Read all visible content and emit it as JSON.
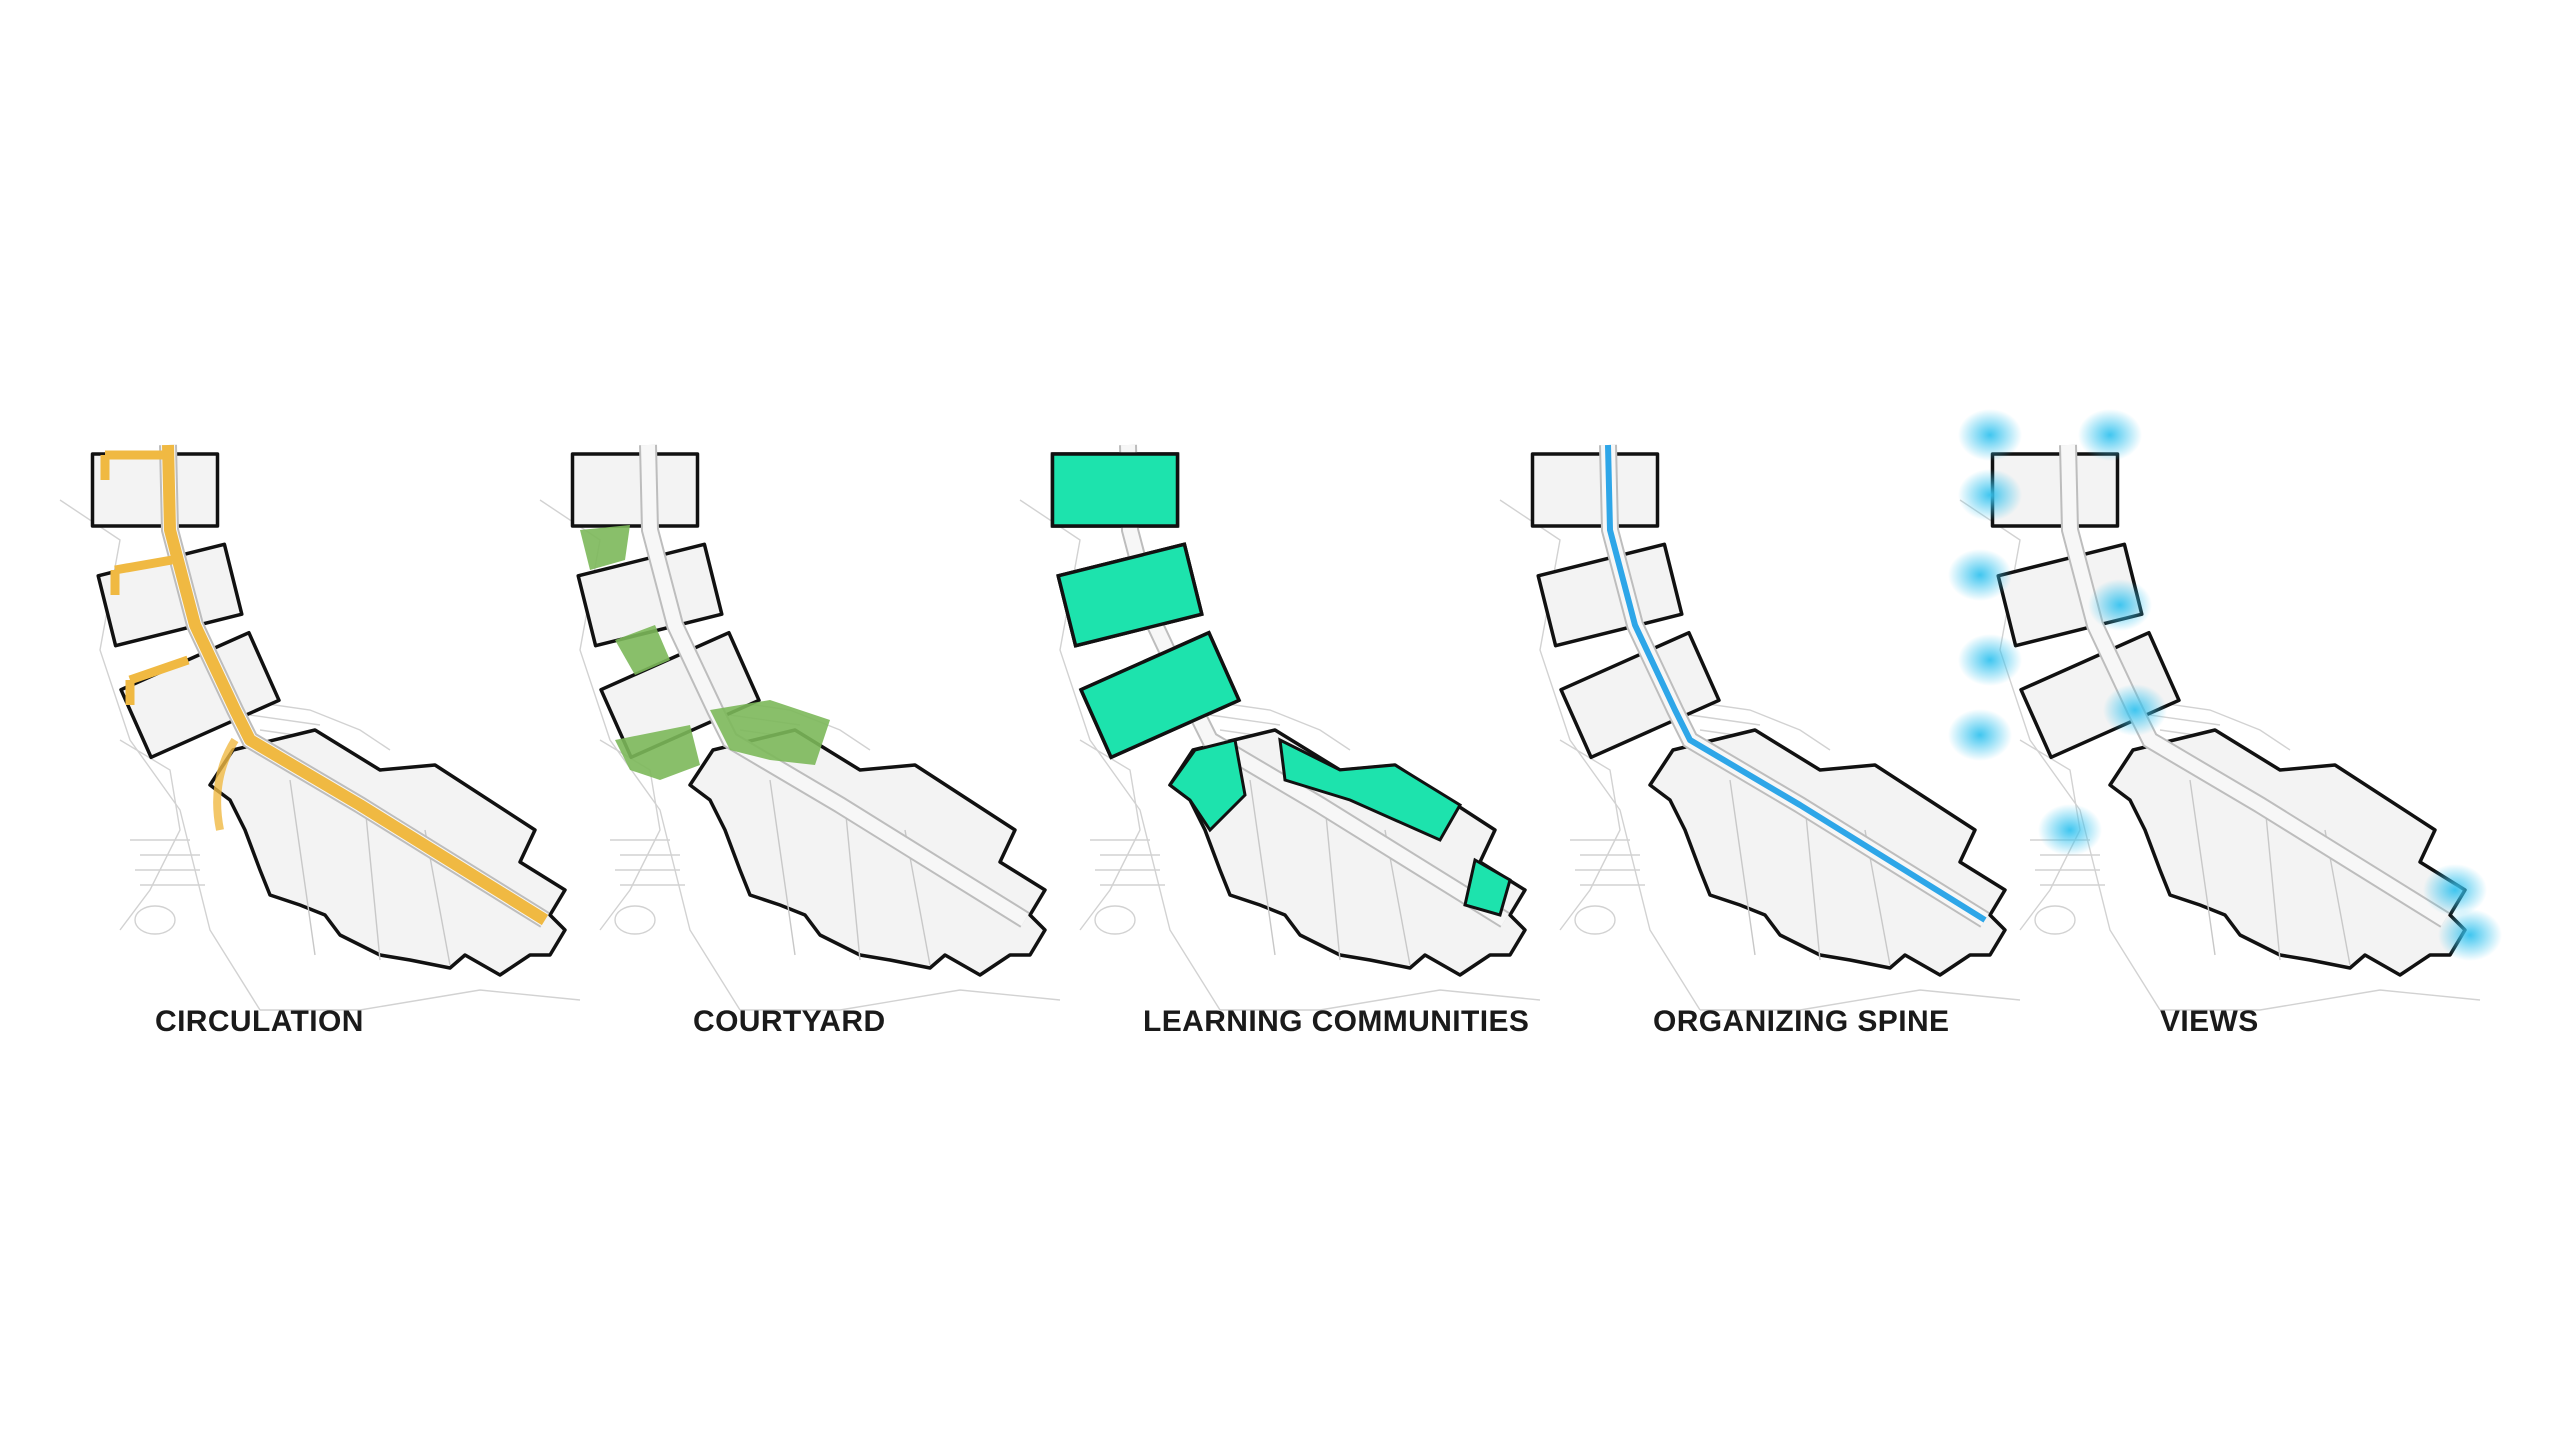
{
  "panels": [
    {
      "caption": "CIRCULATION",
      "highlight": "circulation",
      "color": "#f0b942"
    },
    {
      "caption": "COURTYARD",
      "highlight": "courtyard",
      "color": "#7cb85a"
    },
    {
      "caption": "LEARNING COMMUNITIES",
      "highlight": "learning",
      "color": "#1de3ad"
    },
    {
      "caption": "ORGANIZING SPINE",
      "highlight": "spine",
      "color": "#2ea6e8"
    },
    {
      "caption": "VIEWS",
      "highlight": "views",
      "color": "#36c3ef"
    }
  ]
}
